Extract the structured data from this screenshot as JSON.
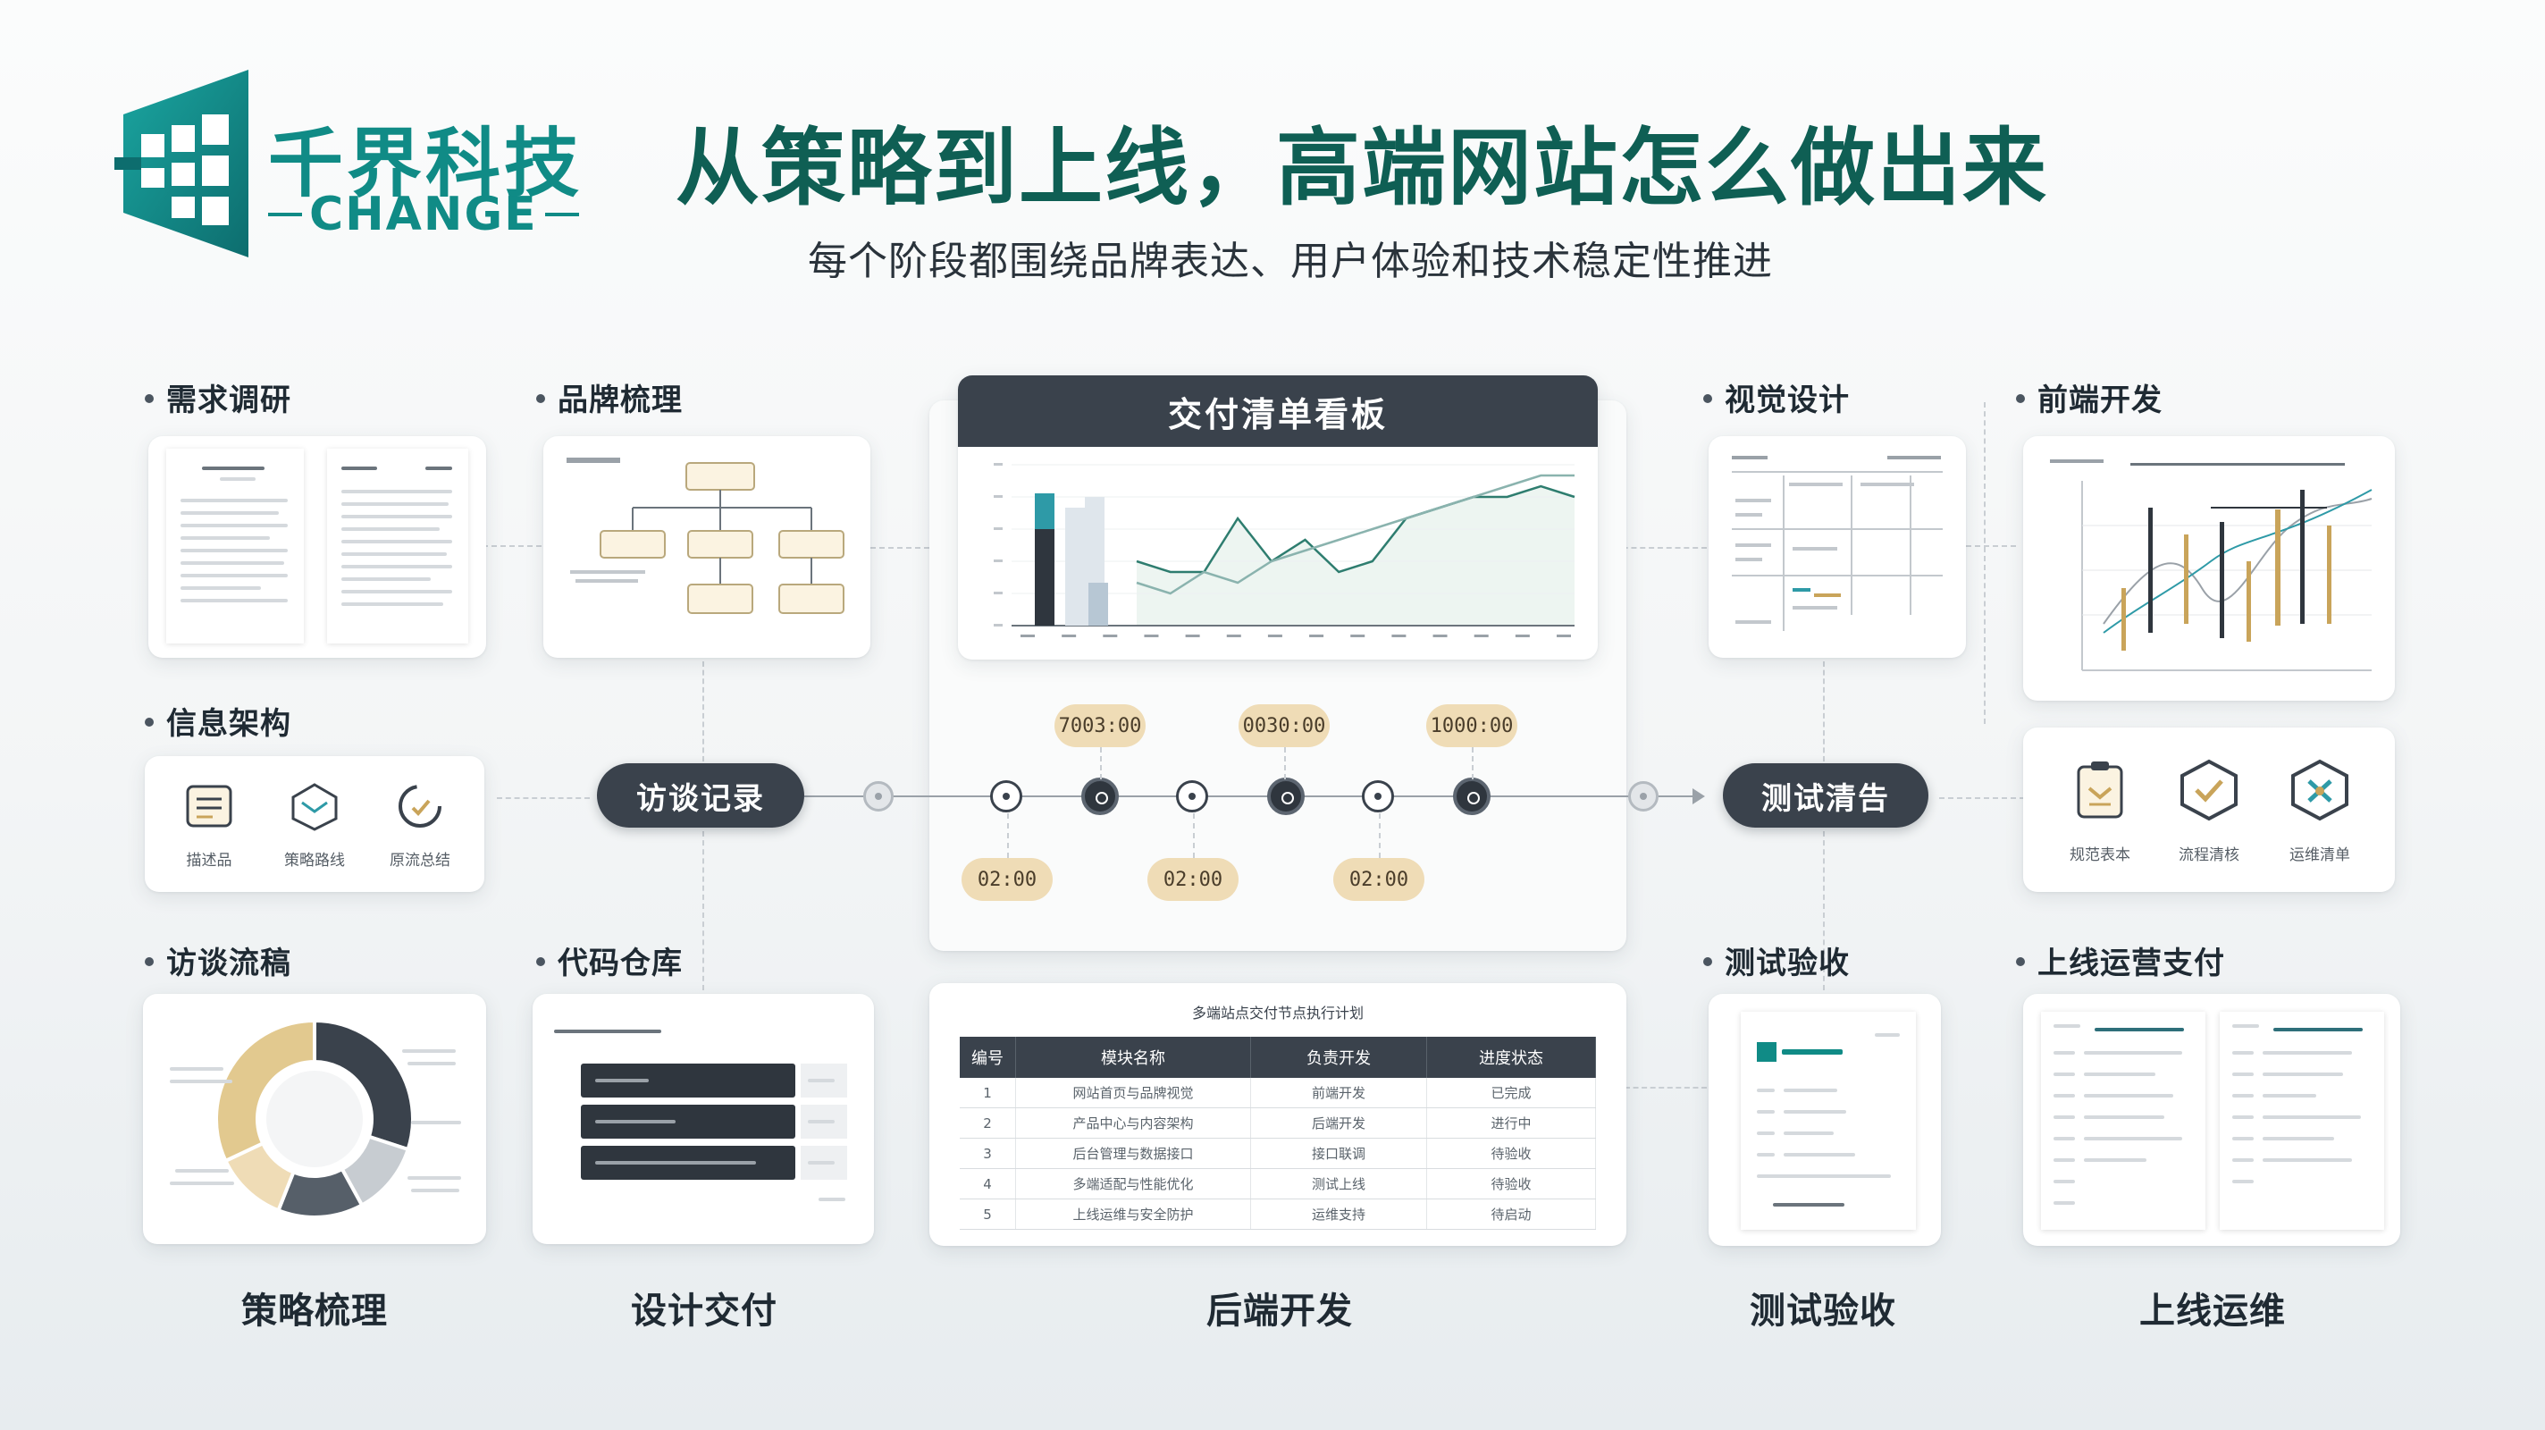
{
  "brand": {
    "name": "千界科技",
    "sub": "CHANGE"
  },
  "header": {
    "title": "从策略到上线，高端网站怎么做出来",
    "subtitle": "每个阶段都围绕品牌表达、用户体验和技术稳定性推进"
  },
  "sections": {
    "s1": "需求调研",
    "s2": "品牌梳理",
    "s3": "信息架构",
    "s4": "访谈流稿",
    "s5": "代码仓库",
    "s6": "视觉设计",
    "s7": "前端开发",
    "s8": "测试验收",
    "s9": "上线运营支付"
  },
  "board": {
    "title": "交付清单看板"
  },
  "pills": {
    "left": "访谈记录",
    "right": "测试清告"
  },
  "timeline": {
    "tags_top": [
      "7003:00",
      "0030:00",
      "1000:00"
    ],
    "tags_bottom": [
      "02:00",
      "02:00",
      "02:00"
    ]
  },
  "info_icons": [
    "描述品",
    "策略路线",
    "原流总结"
  ],
  "test_icons": [
    "规范表本",
    "流程清核",
    "运维清单"
  ],
  "donut": {
    "slices": [
      {
        "value": 30,
        "color": "#3a424c"
      },
      {
        "value": 12,
        "color": "#c7ccd1"
      },
      {
        "value": 14,
        "color": "#565f69"
      },
      {
        "value": 12,
        "color": "#efdcb6"
      },
      {
        "value": 32,
        "color": "#e2c98f"
      }
    ]
  },
  "table": {
    "caption": "多端站点交付节点执行计划",
    "headers": [
      "编号",
      "模块名称",
      "负责开发",
      "进度状态"
    ],
    "rows": [
      [
        "1",
        "网站首页与品牌视觉",
        "前端开发",
        "已完成"
      ],
      [
        "2",
        "产品中心与内容架构",
        "后端开发",
        "进行中"
      ],
      [
        "3",
        "后台管理与数据接口",
        "接口联调",
        "待验收"
      ],
      [
        "4",
        "多端适配与性能优化",
        "测试上线",
        "待验收"
      ],
      [
        "5",
        "上线运维与安全防护",
        "运维支持",
        "待启动"
      ]
    ]
  },
  "chart_data": {
    "type": "bar",
    "categories": [
      "",
      "",
      "",
      "",
      "",
      "",
      "",
      "",
      "",
      "",
      "",
      "",
      "",
      ""
    ],
    "series": [
      {
        "values": [
          9,
          11,
          12
        ]
      },
      {
        "values": [
          6,
          5,
          5,
          10,
          6,
          8,
          5,
          6,
          10,
          11,
          12,
          12,
          13,
          12
        ]
      },
      {
        "values": [
          4,
          3,
          5,
          4,
          6,
          7,
          8,
          9,
          10,
          11,
          12,
          13,
          14,
          14
        ]
      }
    ],
    "colors": [
      "#2f363e",
      "#2e9aa7",
      "#dfe6ec"
    ]
  },
  "bottom": [
    "策略梳理",
    "设计交付",
    "后端开发",
    "测试验收",
    "上线运维"
  ]
}
